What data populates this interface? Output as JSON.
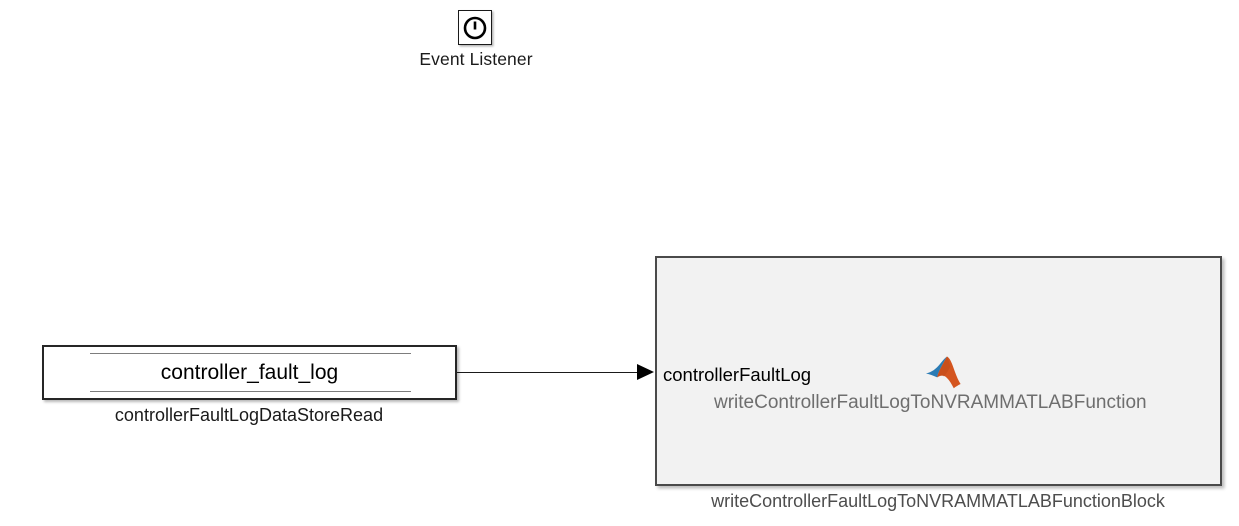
{
  "diagram": {
    "background_color": "#ffffff",
    "event_listener": {
      "icon_name": "event-listener-icon",
      "label": "Event Listener"
    },
    "data_store_read": {
      "store_name": "controller_fault_log",
      "block_label": "controllerFaultLogDataStoreRead",
      "fill_color": "#ffffff",
      "border_color": "#262626"
    },
    "signal": {
      "name": "controller-fault-log-signal",
      "color": "#1a1a1a"
    },
    "matlab_function": {
      "input_port_label": "controllerFaultLog",
      "function_name": "writeControllerFaultLogToNVRAMMATLABFunction",
      "block_label": "writeControllerFaultLogToNVRAMMATLABFunctionBlock",
      "fill_color": "#f2f2f2",
      "border_color": "#4a4a4a",
      "logo_name": "matlab-membrane-logo",
      "logo_colors": {
        "blue": "#2e7fb8",
        "orange": "#d65a20"
      }
    }
  }
}
